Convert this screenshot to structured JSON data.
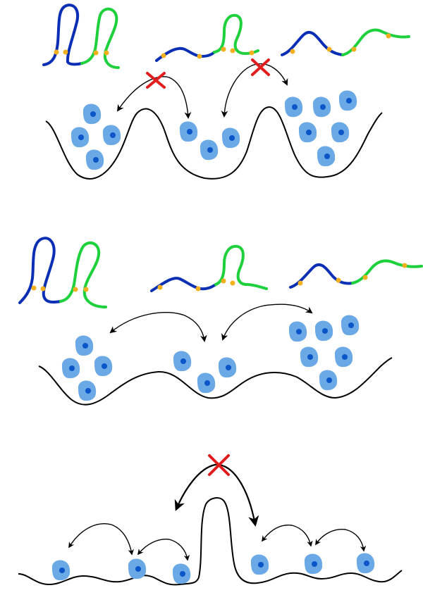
{
  "figure": {
    "colors": {
      "cell": "#6aa8e6",
      "nucleus": "#0a55c8",
      "chain_segment_1": "#0a2fb4",
      "chain_segment_2": "#1ed13c",
      "contact_dot": "#f2b01e",
      "blocked_transition": "#e01c1c",
      "landscape_line": "#000000"
    },
    "panels": [
      {
        "id": "top",
        "valleys": 3,
        "chromatin_conformations": 3,
        "transitions_blocked": 2
      },
      {
        "id": "middle",
        "valleys": 3,
        "chromatin_conformations": 3,
        "transitions_blocked": 0
      },
      {
        "id": "bottom",
        "valleys": 6,
        "chromatin_conformations": 0,
        "transitions_blocked": 1
      }
    ]
  }
}
